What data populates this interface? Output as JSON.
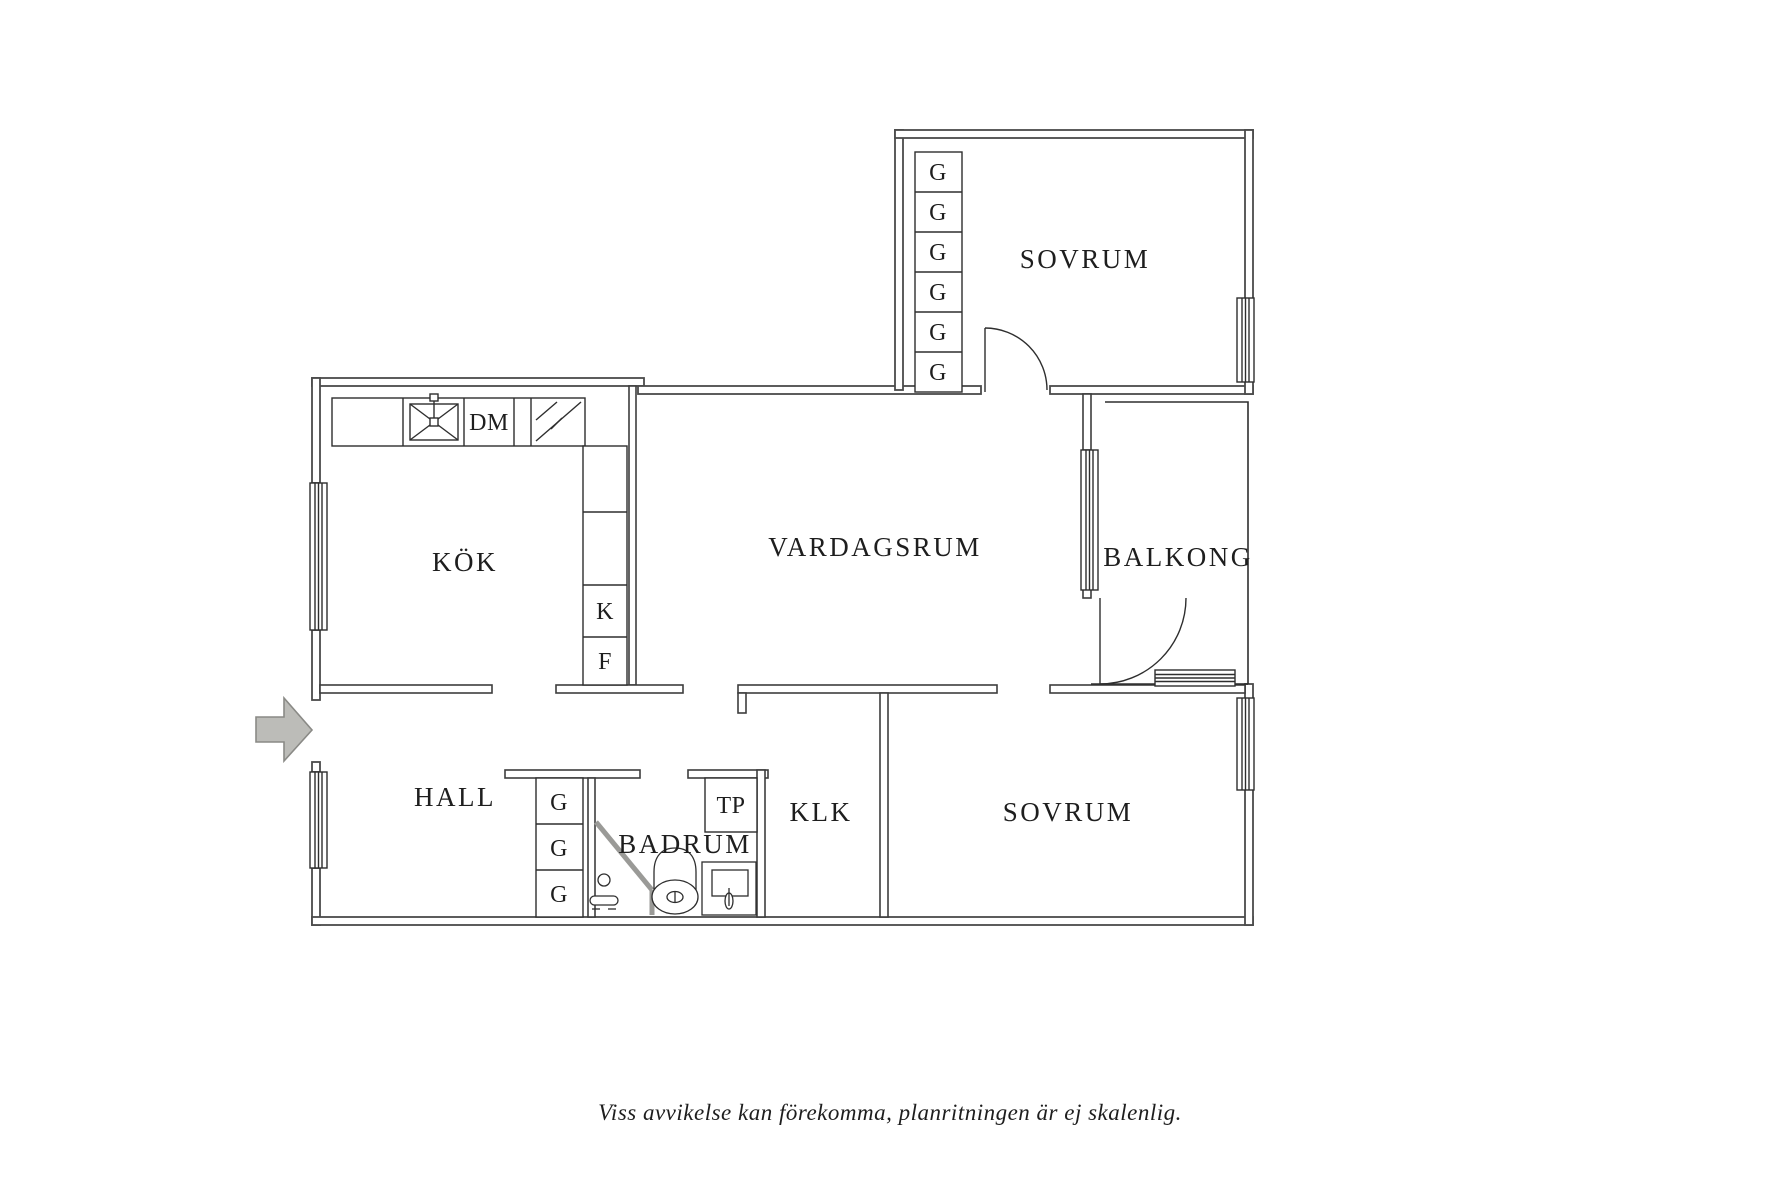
{
  "plan": {
    "rooms": {
      "sovrum_top": "SOVRUM",
      "vardagsrum": "VARDAGSRUM",
      "balkong": "BALKONG",
      "kok": "KÖK",
      "hall": "HALL",
      "badrum": "BADRUM",
      "klk": "KLK",
      "sovrum_bottom": "SOVRUM"
    },
    "labels": {
      "dishwasher": "DM",
      "fridge": "K",
      "freezer": "F",
      "dryer_cabinet": "TP",
      "wardrobe": "G"
    },
    "wardrobes": {
      "bedroom_column_count": 6,
      "hall_column_count": 3
    },
    "colors": {
      "wall_line": "#3d3d3d",
      "thin_line": "#2e2e2e",
      "arrow_fill": "#bcbcb8",
      "arrow_stroke": "#8a8a86",
      "shower_line": "#9a9a97"
    },
    "caption": "Viss avvikelse kan förekomma, planritningen är ej skalenlig."
  }
}
